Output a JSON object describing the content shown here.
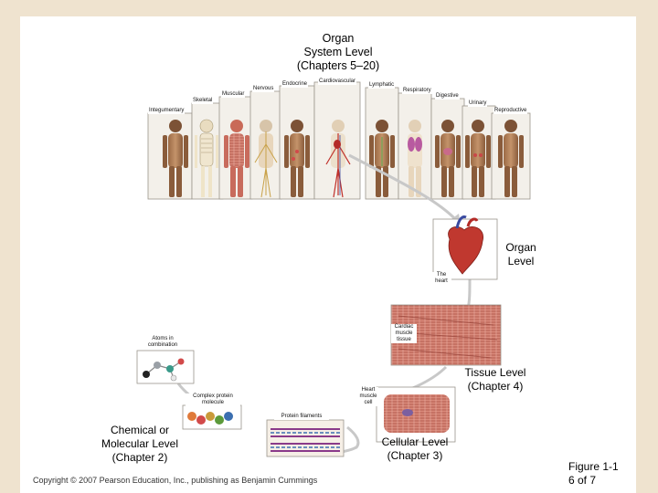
{
  "title": {
    "line1": "Organ",
    "line2": "System Level",
    "line3": "(Chapters 5–20)"
  },
  "systems": [
    "Integumentary",
    "Skeletal",
    "Muscular",
    "Nervous",
    "Endocrine",
    "Cardiovascular",
    "Lymphatic",
    "Respiratory",
    "Digestive",
    "Urinary",
    "Reproductive"
  ],
  "organ_level": {
    "line1": "Organ",
    "line2": "Level"
  },
  "heart_label": {
    "line1": "The",
    "line2": "heart"
  },
  "cardiac_tissue": {
    "line1": "Cardiac",
    "line2": "muscle",
    "line3": "tissue"
  },
  "tissue_level": {
    "line1": "Tissue Level",
    "line2": "(Chapter 4)"
  },
  "heart_cell": {
    "line1": "Heart",
    "line2": "muscle",
    "line3": "cell"
  },
  "atoms": {
    "line1": "Atoms in",
    "line2": "combination"
  },
  "protein": {
    "line1": "Complex protein",
    "line2": "molecule"
  },
  "filaments": "Protein filaments",
  "chemical_level": {
    "line1": "Chemical or",
    "line2": "Molecular Level",
    "line3": "(Chapter 2)"
  },
  "cellular_level": {
    "line1": "Cellular Level",
    "line2": "(Chapter 3)"
  },
  "copyright": "Copyright © 2007 Pearson Education, Inc., publishing as Benjamin Cummings",
  "figure": {
    "line1": "Figure 1-1",
    "line2": "6 of 7"
  }
}
